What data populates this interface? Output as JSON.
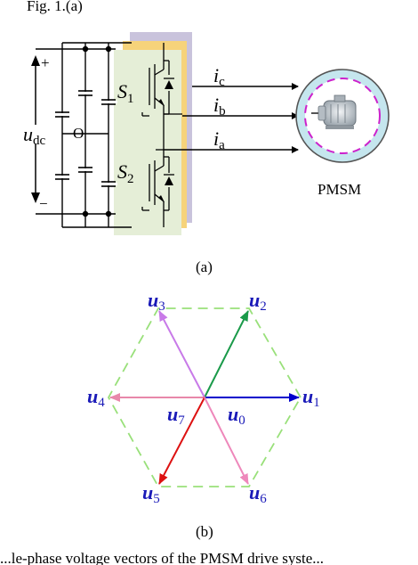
{
  "header": {
    "text": "Fig. 1.(a)"
  },
  "circuit": {
    "dc_label_main": "u",
    "dc_label_sub": "dc",
    "plus": "+",
    "minus": "−",
    "midpoint": "O",
    "switch1_main": "S",
    "switch1_sub": "1",
    "switch2_main": "S",
    "switch2_sub": "2",
    "ic_main": "i",
    "ic_sub": "c",
    "ib_main": "i",
    "ib_sub": "b",
    "ia_main": "i",
    "ia_sub": "a",
    "motor_label": "PMSM",
    "caption": "(a)"
  },
  "vector_diagram": {
    "u1": {
      "main": "u",
      "sub": "1"
    },
    "u2": {
      "main": "u",
      "sub": "2"
    },
    "u3": {
      "main": "u",
      "sub": "3"
    },
    "u4": {
      "main": "u",
      "sub": "4"
    },
    "u5": {
      "main": "u",
      "sub": "5"
    },
    "u6": {
      "main": "u",
      "sub": "6"
    },
    "u7": {
      "main": "u",
      "sub": "7"
    },
    "u0": {
      "main": "u",
      "sub": "0"
    },
    "caption": "(b)",
    "colors": {
      "hexagon": "#99e07a",
      "u1": "#0000cc",
      "u2": "#1a9a4a",
      "u3": "#c87ae8",
      "u4": "#e888aa",
      "u5": "#dd1111",
      "u6": "#ee88bb",
      "label": "#1a1ab8"
    }
  },
  "footer": {
    "text": "...le-phase voltage vectors of the PMSM drive syste..."
  }
}
